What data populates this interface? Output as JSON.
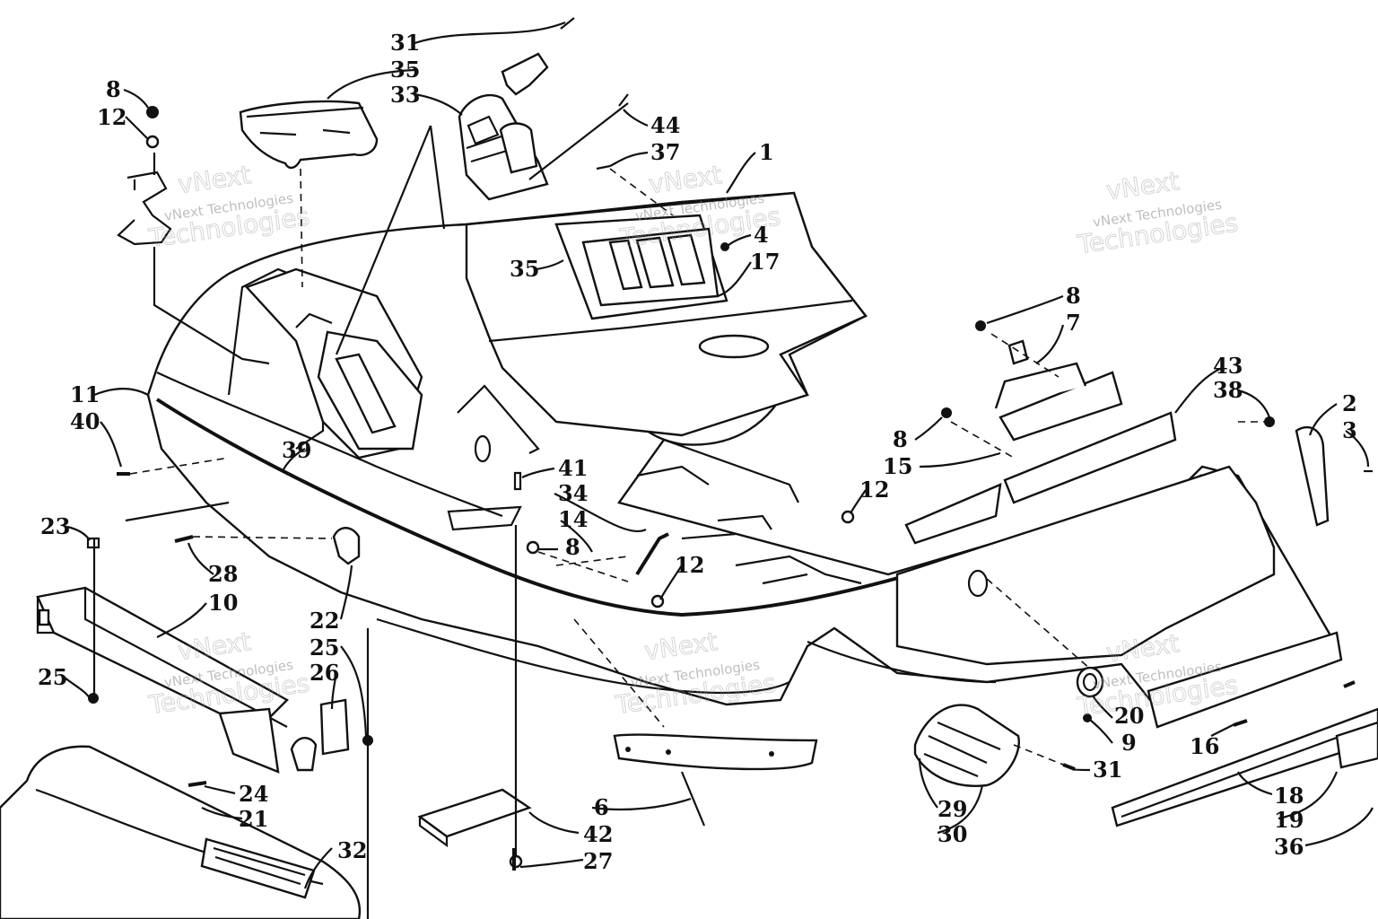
{
  "watermark": {
    "small": "vNext Technologies",
    "big_line1": "vNext",
    "big_line2": "Technologies"
  },
  "callouts": [
    {
      "id": "c31a",
      "label": "31"
    },
    {
      "id": "c35a",
      "label": "35"
    },
    {
      "id": "c33",
      "label": "33"
    },
    {
      "id": "c8a",
      "label": "8"
    },
    {
      "id": "c12a",
      "label": "12"
    },
    {
      "id": "c44",
      "label": "44"
    },
    {
      "id": "c37",
      "label": "37"
    },
    {
      "id": "c1",
      "label": "1"
    },
    {
      "id": "c4",
      "label": "4"
    },
    {
      "id": "c17",
      "label": "17"
    },
    {
      "id": "c35b",
      "label": "35"
    },
    {
      "id": "c8b",
      "label": "8"
    },
    {
      "id": "c7",
      "label": "7"
    },
    {
      "id": "c43",
      "label": "43"
    },
    {
      "id": "c38",
      "label": "38"
    },
    {
      "id": "c2",
      "label": "2"
    },
    {
      "id": "c3",
      "label": "3"
    },
    {
      "id": "c11",
      "label": "11"
    },
    {
      "id": "c40",
      "label": "40"
    },
    {
      "id": "c39",
      "label": "39"
    },
    {
      "id": "c41",
      "label": "41"
    },
    {
      "id": "c34",
      "label": "34"
    },
    {
      "id": "c14",
      "label": "14"
    },
    {
      "id": "c8c",
      "label": "8"
    },
    {
      "id": "c8d",
      "label": "8"
    },
    {
      "id": "c15",
      "label": "15"
    },
    {
      "id": "c12b",
      "label": "12"
    },
    {
      "id": "c23",
      "label": "23"
    },
    {
      "id": "c28",
      "label": "28"
    },
    {
      "id": "c10",
      "label": "10"
    },
    {
      "id": "c22",
      "label": "22"
    },
    {
      "id": "c12c",
      "label": "12"
    },
    {
      "id": "c25a",
      "label": "25"
    },
    {
      "id": "c25b",
      "label": "25"
    },
    {
      "id": "c26",
      "label": "26"
    },
    {
      "id": "c20",
      "label": "20"
    },
    {
      "id": "c9",
      "label": "9"
    },
    {
      "id": "c16",
      "label": "16"
    },
    {
      "id": "c31b",
      "label": "31"
    },
    {
      "id": "c24",
      "label": "24"
    },
    {
      "id": "c21",
      "label": "21"
    },
    {
      "id": "c32",
      "label": "32"
    },
    {
      "id": "c6",
      "label": "6"
    },
    {
      "id": "c42",
      "label": "42"
    },
    {
      "id": "c27",
      "label": "27"
    },
    {
      "id": "c29",
      "label": "29"
    },
    {
      "id": "c30",
      "label": "30"
    },
    {
      "id": "c18",
      "label": "18"
    },
    {
      "id": "c19",
      "label": "19"
    },
    {
      "id": "c36",
      "label": "36"
    }
  ]
}
